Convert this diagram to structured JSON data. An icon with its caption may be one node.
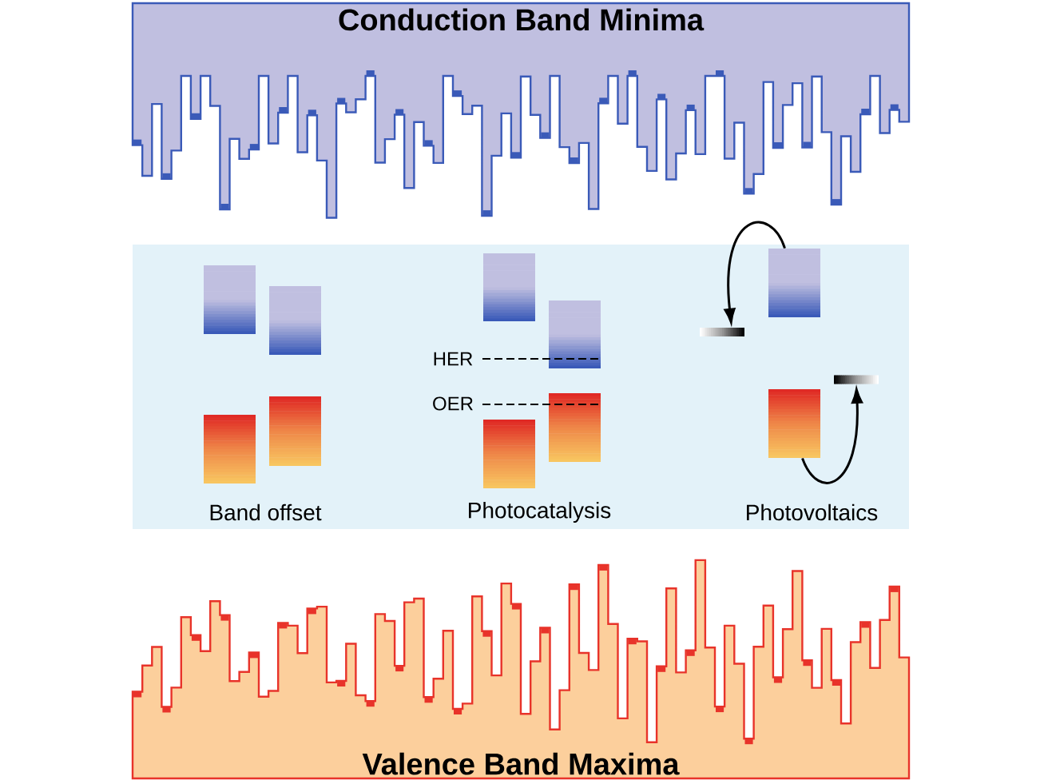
{
  "diagram": {
    "nodes": [
      {
        "text": [
          "Conduction Band Minima"
        ]
      },
      {
        "text": [],
        "shape": "box"
      },
      {
        "text": [],
        "shape": "bar"
      },
      {
        "text": [],
        "shape": "bar"
      },
      {
        "text": [],
        "shape": "box"
      },
      {
        "text": [
          "Valence Band Maxima"
        ]
      }
    ],
    "edges": [
      {
        "from": 1,
        "to": 2,
        "arrow": "to"
      },
      {
        "from": 4,
        "to": 3,
        "arrow": "to"
      }
    ],
    "labels": [
      "HER",
      "OER",
      "Band offset",
      "Photocatalysis",
      "Photovoltaics"
    ]
  }
}
